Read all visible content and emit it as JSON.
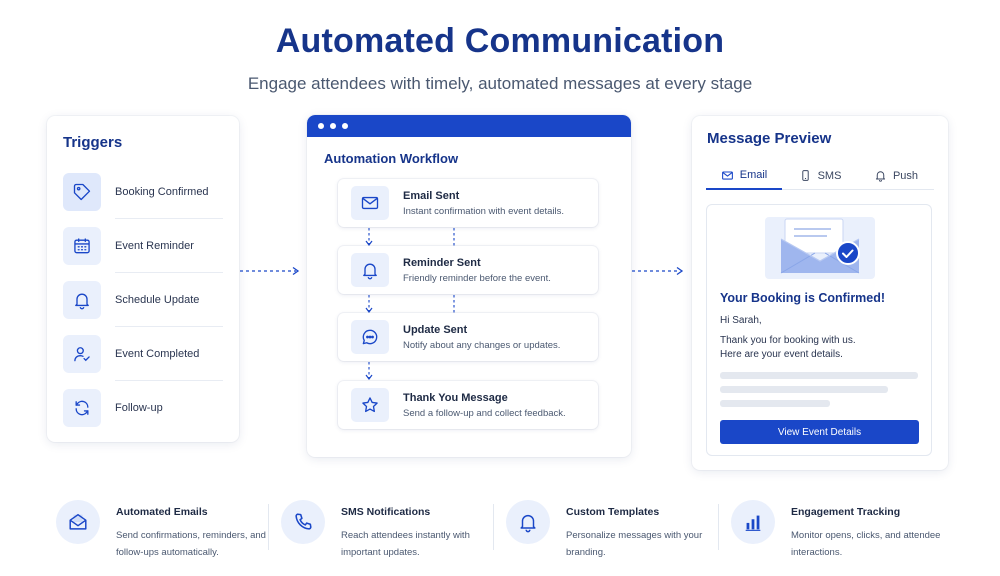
{
  "header": {
    "title": "Automated Communication",
    "subtitle": "Engage attendees with timely, automated messages at every stage"
  },
  "triggers": {
    "title": "Triggers",
    "items": [
      {
        "label": "Booking Confirmed",
        "icon": "tag-icon"
      },
      {
        "label": "Event Reminder",
        "icon": "calendar-icon"
      },
      {
        "label": "Schedule Update",
        "icon": "bell-icon"
      },
      {
        "label": "Event Completed",
        "icon": "user-check-icon"
      },
      {
        "label": "Follow-up",
        "icon": "refresh-icon"
      }
    ]
  },
  "workflow": {
    "title": "Automation Workflow",
    "steps": [
      {
        "title": "Email Sent",
        "desc": "Instant confirmation with event details.",
        "icon": "mail-icon"
      },
      {
        "title": "Reminder Sent",
        "desc": "Friendly reminder before the event.",
        "icon": "bell-icon"
      },
      {
        "title": "Update Sent",
        "desc": "Notify about any changes or updates.",
        "icon": "chat-icon"
      },
      {
        "title": "Thank You Message",
        "desc": "Send a follow-up and collect feedback.",
        "icon": "star-icon"
      }
    ]
  },
  "preview": {
    "title": "Message Preview",
    "tabs": [
      {
        "label": "Email",
        "icon": "mail-icon"
      },
      {
        "label": "SMS",
        "icon": "phone-icon"
      },
      {
        "label": "Push",
        "icon": "bell-icon"
      }
    ],
    "active_tab": "Email",
    "email": {
      "heading": "Your Booking is Confirmed!",
      "greeting": "Hi Sarah,",
      "line1": "Thank you for booking with us.",
      "line2": "Here are your event details.",
      "button": "View Event Details"
    }
  },
  "features": [
    {
      "title": "Automated Emails",
      "desc": "Send confirmations, reminders, and follow-ups automatically.",
      "icon": "envelope-open-icon"
    },
    {
      "title": "SMS Notifications",
      "desc": "Reach attendees instantly with important updates.",
      "icon": "phone-handset-icon"
    },
    {
      "title": "Custom Templates",
      "desc": "Personalize messages with your branding.",
      "icon": "bell-icon"
    },
    {
      "title": "Engagement Tracking",
      "desc": "Monitor opens, clicks, and attendee interactions.",
      "icon": "bar-chart-icon"
    }
  ],
  "colors": {
    "primary": "#1a47c8",
    "title": "#16348a",
    "icon_bg": "#eaf0fc"
  }
}
